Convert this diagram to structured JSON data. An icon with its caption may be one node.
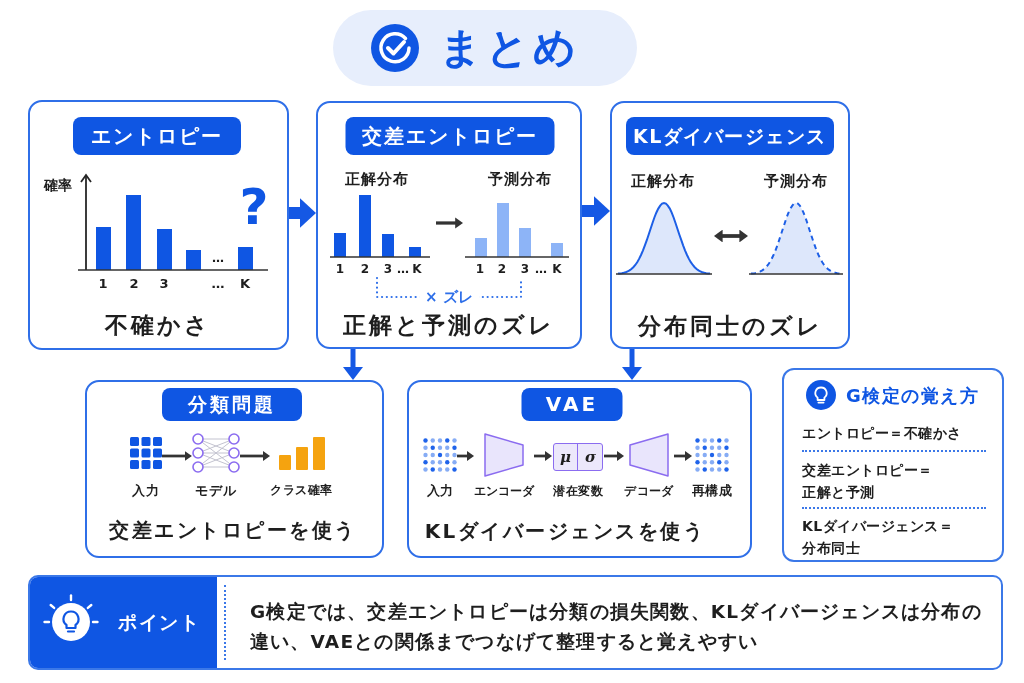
{
  "diagram": {
    "title": "まとめ",
    "nodes": [
      {
        "text": [
          "エントロピー",
          "不確かさ"
        ]
      },
      {
        "text": [
          "確率",
          "?",
          "…"
        ],
        "in": 0,
        "beside": [
          "1",
          "2",
          "3",
          "…",
          "K"
        ]
      },
      {
        "text": [
          "交差エントロピー",
          "正解と予測のズレ"
        ]
      },
      {
        "text": [
          "正解分布"
        ],
        "in": 2,
        "beside": [
          "1",
          "2",
          "3",
          "…",
          "K"
        ]
      },
      {
        "text": [
          "予測分布"
        ],
        "in": 2,
        "beside": [
          "1",
          "2",
          "3",
          "…",
          "K"
        ]
      },
      {
        "text": [
          "KLダイバージェンス",
          "分布同士のズレ"
        ]
      },
      {
        "text": [
          "正解分布"
        ],
        "in": 5
      },
      {
        "text": [
          "予測分布"
        ],
        "in": 5
      },
      {
        "text": [
          "分類問題",
          "交差エントロピーを使う"
        ]
      },
      {
        "text": [
          "入力"
        ],
        "in": 8
      },
      {
        "text": [
          "モデル"
        ],
        "in": 8
      },
      {
        "text": [
          "クラス確率"
        ],
        "in": 8
      },
      {
        "text": [
          "VAE",
          "KLダイバージェンスを使う"
        ]
      },
      {
        "text": [
          "入力"
        ],
        "in": 12
      },
      {
        "text": [
          "エンコーダ"
        ],
        "in": 12
      },
      {
        "text": [
          "μ",
          "σ",
          "潜在変数"
        ],
        "in": 12
      },
      {
        "text": [
          "デコーダ"
        ],
        "in": 12
      },
      {
        "text": [
          "再構成"
        ],
        "in": 12
      },
      {
        "text": [
          "G検定の覚え方",
          "エントロピー＝不確かさ",
          "交差エントロピー＝正解と予測",
          "KLダイバージェンス＝分布同士"
        ]
      },
      {
        "text": [
          "ポイント",
          "G検定では、交差エントロピーは分類の損失関数、KLダイバージェンスは分布の違い、VAEとの関係までつなげて整理すると覚えやすい"
        ]
      }
    ],
    "edges": [
      {
        "from": 0,
        "to": 2,
        "arrow": "to",
        "style": "thick",
        "color": "#1558e4"
      },
      {
        "from": 2,
        "to": 5,
        "arrow": "to",
        "style": "thick",
        "color": "#1558e4"
      },
      {
        "from": 3,
        "to": 4,
        "arrow": "to"
      },
      {
        "from": 3,
        "to": 4,
        "arrow": "none",
        "style": "dashed",
        "color": "#2e6fe9",
        "label": "× ズレ"
      },
      {
        "from": 6,
        "to": 7,
        "arrow": "both"
      },
      {
        "from": 2,
        "to": 8,
        "arrow": "to",
        "style": "thick",
        "color": "#1558e4"
      },
      {
        "from": 5,
        "to": 12,
        "arrow": "to",
        "style": "thick",
        "color": "#1558e4"
      },
      {
        "from": 9,
        "to": 10,
        "arrow": "to"
      },
      {
        "from": 10,
        "to": 11,
        "arrow": "to"
      },
      {
        "from": 13,
        "to": 14,
        "arrow": "to"
      },
      {
        "from": 14,
        "to": 15,
        "arrow": "to"
      },
      {
        "from": 15,
        "to": 16,
        "arrow": "to"
      },
      {
        "from": 16,
        "to": 17,
        "arrow": "to"
      }
    ]
  }
}
